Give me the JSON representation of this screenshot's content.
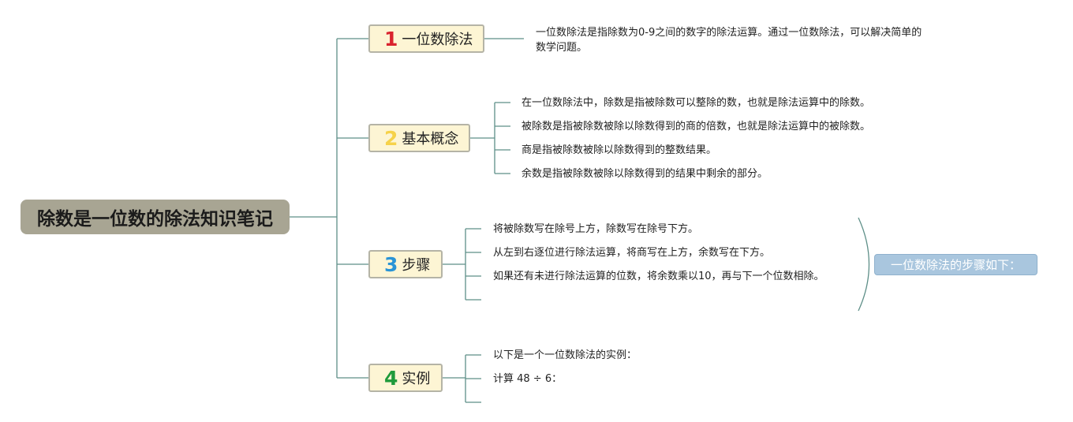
{
  "root": {
    "title": "除数是一位数的除法知识笔记"
  },
  "colors": {
    "line": "#5e8f88",
    "num1": "#d9232e",
    "num2": "#f6d24a",
    "num3": "#2a94d6",
    "num4": "#1f9a3a"
  },
  "branches": [
    {
      "num": "1",
      "label": "一位数除法",
      "leaves": [
        "一位数除法是指除数为0-9之间的数字的除法运算。通过一位数除法，可以解决简单的数学问题。"
      ]
    },
    {
      "num": "2",
      "label": "基本概念",
      "leaves": [
        "在一位数除法中，除数是指被除数可以整除的数，也就是除法运算中的除数。",
        "被除数是指被除数被除以除数得到的商的倍数，也就是除法运算中的被除数。",
        "商是指被除数被除以除数得到的整数结果。",
        "余数是指被除数被除以除数得到的结果中剩余的部分。"
      ]
    },
    {
      "num": "3",
      "label": "步骤",
      "leaves": [
        "将被除数写在除号上方，除数写在除号下方。",
        "从左到右逐位进行除法运算，将商写在上方，余数写在下方。",
        "如果还有未进行除法运算的位数，将余数乘以10，再与下一个位数相除。",
        ""
      ],
      "summary": "一位数除法的步骤如下："
    },
    {
      "num": "4",
      "label": "实例",
      "leaves": [
        "以下是一个一位数除法的实例：",
        "计算 48 ÷ 6：",
        ""
      ]
    }
  ]
}
